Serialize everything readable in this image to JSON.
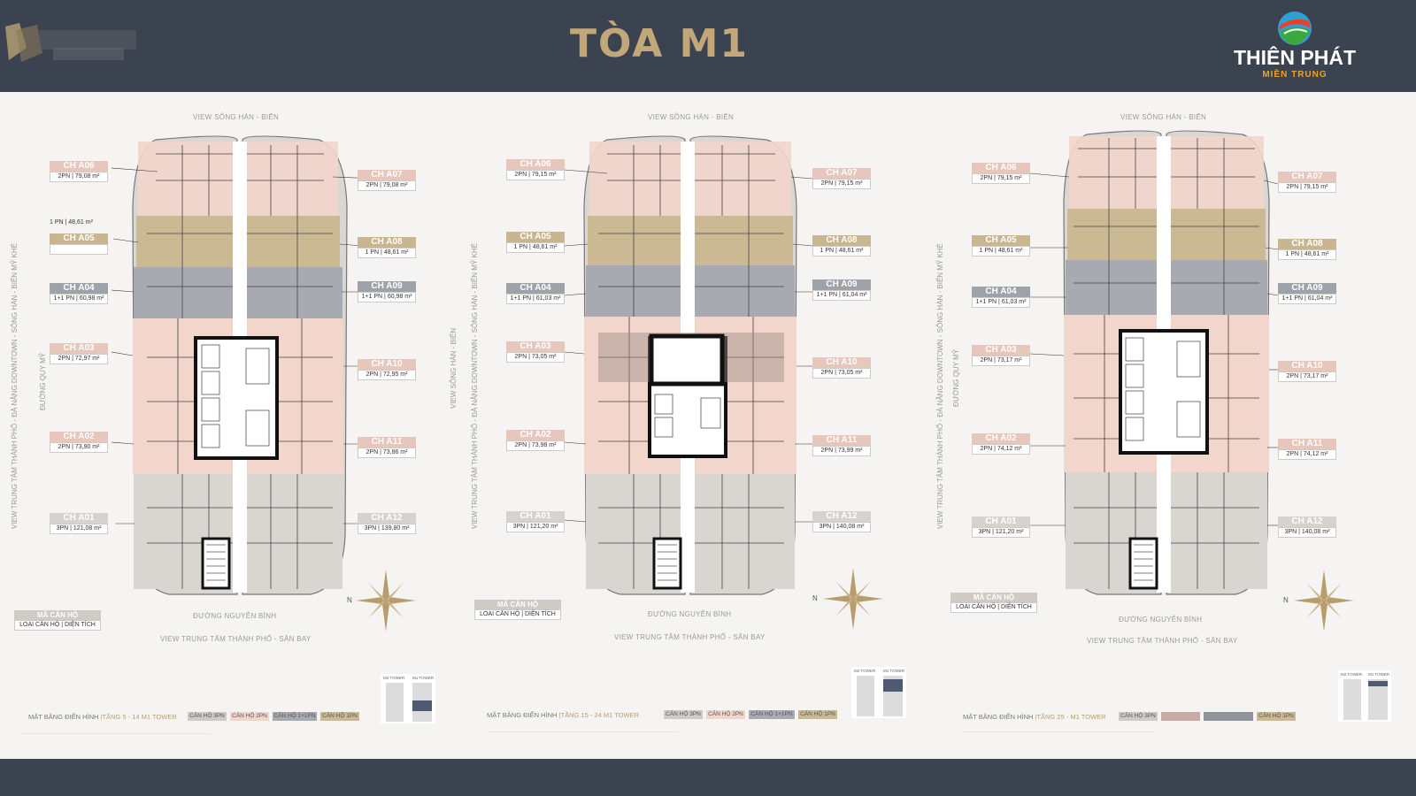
{
  "header": {
    "title": "TÒA M1",
    "brand": {
      "name": "THIÊN PHÁT",
      "sub": "MIỀN TRUNG"
    }
  },
  "panels": [
    {
      "views": {
        "top": "VIEW SÔNG HÀN - BIỂN",
        "bottom_street": "ĐƯỜNG NGUYỄN BÌNH",
        "bottom": "VIEW TRUNG TÂM THÀNH PHỐ - SÂN BAY",
        "left": "VIEW TRUNG TÂM THÀNH PHỐ - ĐÀ NẴNG DOWNTOWN - SÔNG HÀN - BIỂN MỸ KHÊ",
        "left_street": "ĐƯỜNG QUY MỸ"
      },
      "units": [
        {
          "code": "CH A06",
          "info": "2PN | 79,08 m²",
          "type": "pink"
        },
        {
          "code": "CH A07",
          "info": "2PN | 79,08 m²",
          "type": "pink"
        },
        {
          "code": "CH A05",
          "info": "",
          "type": "gold"
        },
        {
          "code": "CH A08",
          "info": "1 PN | 48,61 m²",
          "type": "gold"
        },
        {
          "code": "CH A04",
          "info": "1+1 PN | 60,98 m²",
          "type": "gray"
        },
        {
          "code": "CH A09",
          "info": "1+1 PN | 60,98 m²",
          "type": "gray"
        },
        {
          "code": "CH A03",
          "info": "2PN | 72,97 m²",
          "type": "pink"
        },
        {
          "code": "CH A10",
          "info": "2PN | 72,95 m²",
          "type": "pink"
        },
        {
          "code": "CH A02",
          "info": "2PN | 73,90 m²",
          "type": "pink"
        },
        {
          "code": "CH A11",
          "info": "2PN | 73,86 m²",
          "type": "pink"
        },
        {
          "code": "CH A01",
          "info": "3PN | 121,08 m²",
          "type": "light"
        },
        {
          "code": "CH A12",
          "info": "3PN | 139,80 m²",
          "type": "light"
        }
      ],
      "extra_label": "1 PN | 48,61 m²",
      "legend": {
        "code": "MÃ CĂN HỘ",
        "info": "LOẠI CĂN HỘ | DIỆN TÍCH"
      },
      "typical": {
        "prefix": "MẶT BẰNG ĐIỂN HÌNH",
        "floors": "TẦNG 5 - 14 M1 TOWER"
      },
      "swatches": [
        "CĂN HỘ 3PN",
        "CĂN HỘ 2PN",
        "CĂN HỘ 1+1PN",
        "CĂN HỘ 1PN"
      ],
      "towers": [
        "M2 TOWER",
        "M1 TOWER"
      ]
    },
    {
      "views": {
        "top": "VIEW SÔNG HÀN - BIỂN",
        "bottom_street": "ĐƯỜNG NGUYỄN BÌNH",
        "bottom": "VIEW TRUNG TÂM THÀNH PHỐ - SÂN BAY",
        "left": "VIEW TRUNG TÂM THÀNH PHỐ - ĐÀ NẴNG DOWNTOWN - SÔNG HÀN - BIỂN MỸ KHÊ",
        "left_street": "VIEW SÔNG HÀN - BIỂN"
      },
      "units": [
        {
          "code": "CH A06",
          "info": "2PN | 79,15 m²",
          "type": "pink"
        },
        {
          "code": "CH A07",
          "info": "2PN | 79,15 m²",
          "type": "pink"
        },
        {
          "code": "CH A05",
          "info": "1 PN | 48,61 m²",
          "type": "gold"
        },
        {
          "code": "CH A08",
          "info": "1 PN | 48,61 m²",
          "type": "gold"
        },
        {
          "code": "CH A04",
          "info": "1+1 PN | 61,03 m²",
          "type": "gray"
        },
        {
          "code": "CH A09",
          "info": "1+1 PN | 61,04 m²",
          "type": "gray"
        },
        {
          "code": "CH A03",
          "info": "2PN | 73,05 m²",
          "type": "pink"
        },
        {
          "code": "CH A10",
          "info": "2PN | 73,05 m²",
          "type": "pink"
        },
        {
          "code": "CH A02",
          "info": "2PN | 73,98 m²",
          "type": "pink"
        },
        {
          "code": "CH A11",
          "info": "2PN | 73,99 m²",
          "type": "pink"
        },
        {
          "code": "CH A01",
          "info": "3PN | 121,20 m²",
          "type": "light"
        },
        {
          "code": "CH A12",
          "info": "3PN | 140,08 m²",
          "type": "light"
        }
      ],
      "legend": {
        "code": "MÃ CĂN HỘ",
        "info": "LOẠI CĂN HỘ | DIỆN TÍCH"
      },
      "typical": {
        "prefix": "MẶT BẰNG ĐIỂN HÌNH",
        "floors": "TẦNG 15 - 24 M1 TOWER"
      },
      "swatches": [
        "CĂN HỘ 3PN",
        "CĂN HỘ 2PN",
        "CĂN HỘ 1+1PN",
        "CĂN HỘ 1PN"
      ],
      "towers": [
        "M2 TOWER",
        "M1 TOWER"
      ]
    },
    {
      "views": {
        "top": "VIEW SÔNG HÀN - BIỂN",
        "bottom_street": "ĐƯỜNG NGUYỄN BÌNH",
        "bottom": "VIEW TRUNG TÂM THÀNH PHỐ - SÂN BAY",
        "left": "VIEW TRUNG TÂM THÀNH PHỐ - ĐÀ NẴNG DOWNTOWN - SÔNG HÀN - BIỂN MỸ KHÊ",
        "left_street": "ĐƯỜNG QUY MỸ"
      },
      "units": [
        {
          "code": "CH A06",
          "info": "2PN | 79,15 m²",
          "type": "pink"
        },
        {
          "code": "CH A07",
          "info": "2PN | 79,15 m²",
          "type": "pink"
        },
        {
          "code": "CH A05",
          "info": "1 PN | 48,61 m²",
          "type": "gold"
        },
        {
          "code": "CH A08",
          "info": "1 PN | 48,61 m²",
          "type": "gold"
        },
        {
          "code": "CH A04",
          "info": "1+1 PN | 61,03 m²",
          "type": "gray"
        },
        {
          "code": "CH A09",
          "info": "1+1 PN | 61,04 m²",
          "type": "gray"
        },
        {
          "code": "CH A03",
          "info": "2PN | 73,17 m²",
          "type": "pink"
        },
        {
          "code": "CH A10",
          "info": "2PN | 73,17 m²",
          "type": "pink"
        },
        {
          "code": "CH A02",
          "info": "2PN | 74,12 m²",
          "type": "pink"
        },
        {
          "code": "CH A11",
          "info": "2PN | 74,12 m²",
          "type": "pink"
        },
        {
          "code": "CH A01",
          "info": "3PN | 121,20 m²",
          "type": "light"
        },
        {
          "code": "CH A12",
          "info": "3PN | 140,08 m²",
          "type": "light"
        }
      ],
      "legend": {
        "code": "MÃ CĂN HỘ",
        "info": "LOẠI CĂN HỘ | DIỆN TÍCH"
      },
      "typical": {
        "prefix": "MẶT BẰNG ĐIỂN HÌNH",
        "floors": "TẦNG 25 - M1 TOWER"
      },
      "swatches": [
        "CĂN HỘ 3PN",
        "",
        "",
        "CĂN HỘ 1PN"
      ],
      "towers": [
        "M2 TOWER",
        "M1 TOWER"
      ]
    }
  ],
  "compass_label": "N",
  "colors": {
    "header": "#3c4350",
    "gold": "#c2a878",
    "pink": "#f2d5cb",
    "gold_unit": "#cbb994",
    "gray_unit": "#a7abb1",
    "light_unit": "#d9d6d2"
  }
}
